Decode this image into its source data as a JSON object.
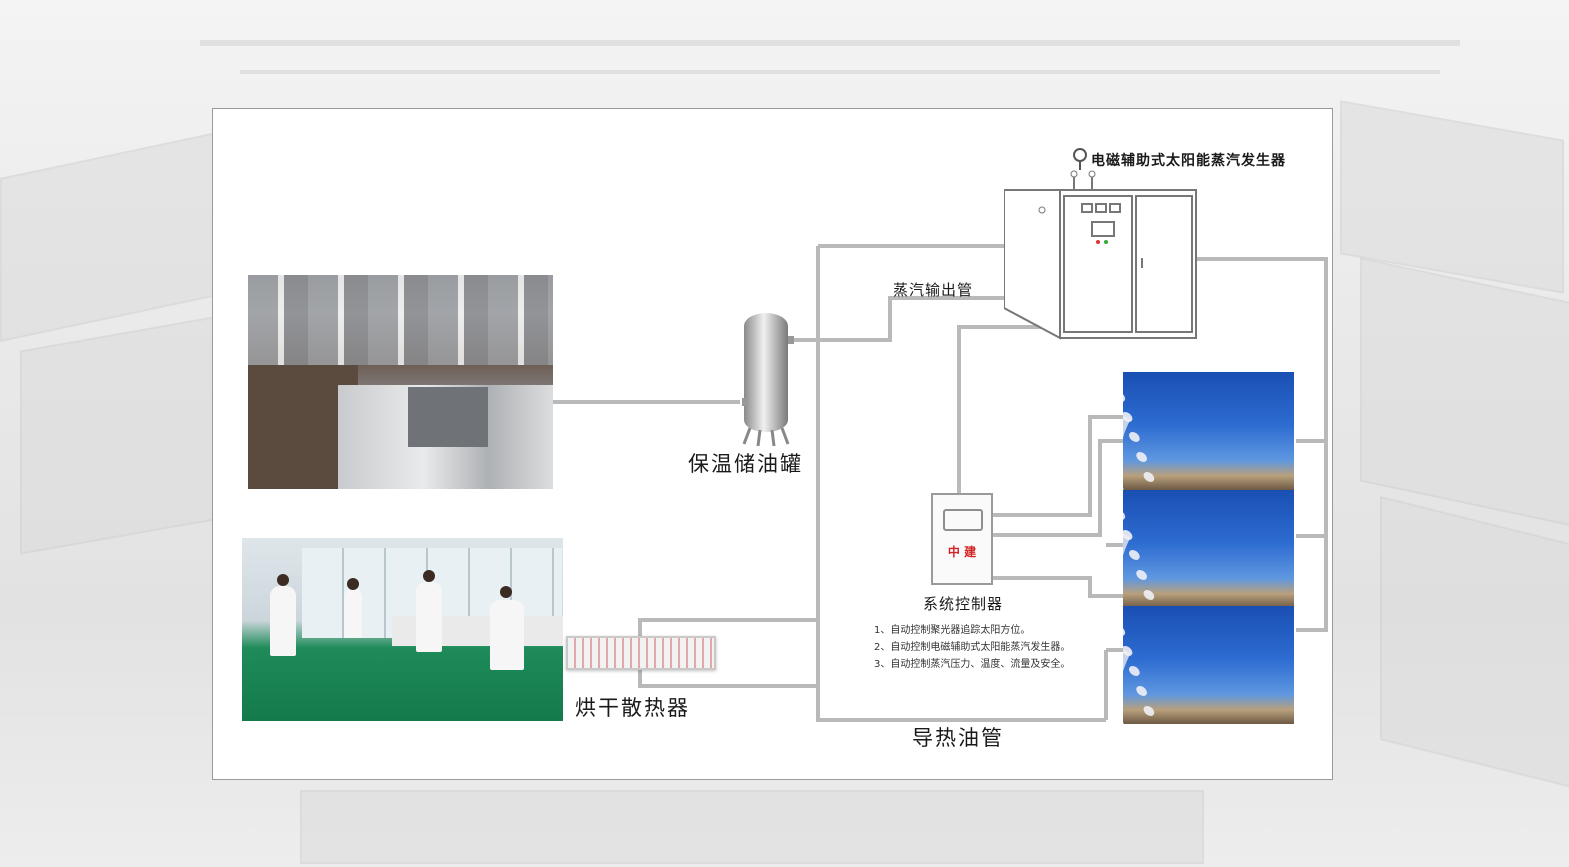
{
  "generator": {
    "label": "电磁辅助式太阳能蒸汽发生器"
  },
  "pipes": {
    "steam_output": "蒸汽输出管",
    "oil_pipe": "导热油管"
  },
  "tank": {
    "label": "保温储油罐"
  },
  "heater": {
    "label": "烘干散热器"
  },
  "controller": {
    "label": "系统控制器",
    "brand": "中 建",
    "notes": [
      "1、自动控制聚光器追踪太阳方位。",
      "2、自动控制电磁辅助式太阳能蒸汽发生器。",
      "3、自动控制蒸汽压力、温度、流量及安全。"
    ]
  },
  "colors": {
    "pipe": "#bdbdbd",
    "brand_red": "#d32222",
    "frame_border": "#9a9a9a"
  }
}
